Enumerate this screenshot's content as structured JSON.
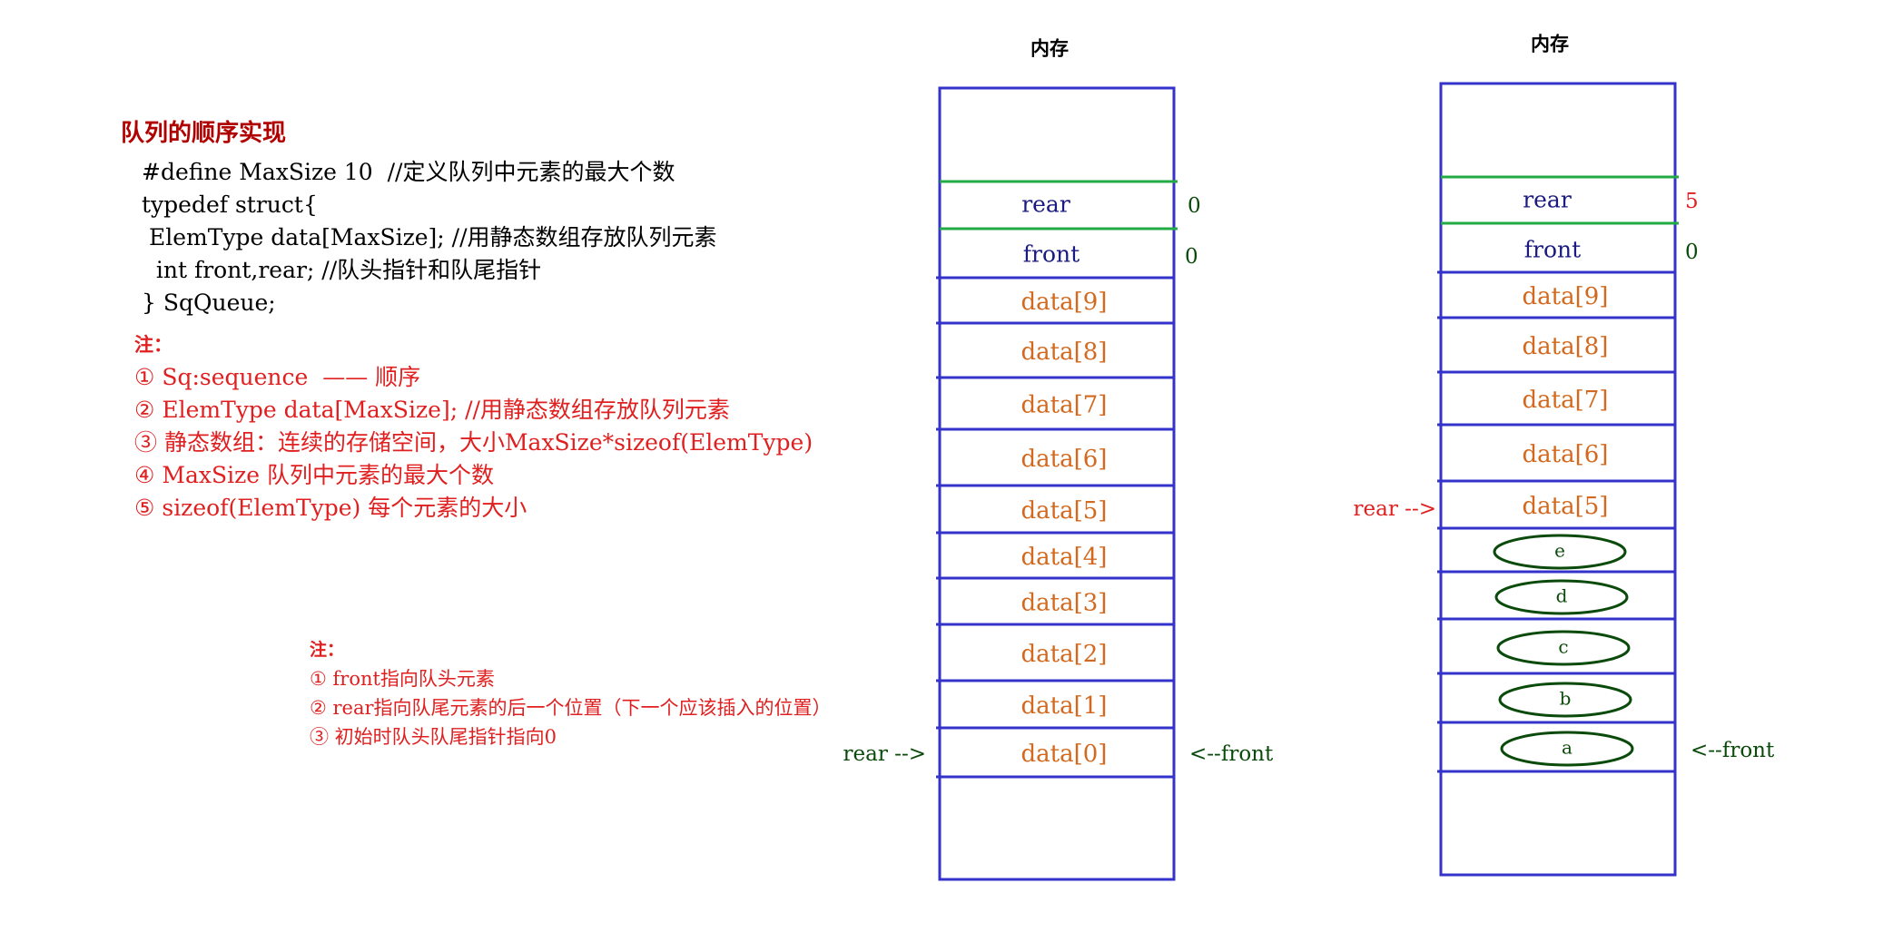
{
  "title": "队列的顺序实现",
  "code": [
    "#define MaxSize 10  //定义队列中元素的最大个数",
    "typedef struct{",
    " ElemType data[MaxSize]; //用静态数组存放队列元素",
    "  int front,rear; //队头指针和队尾指针",
    "} SqQueue;"
  ],
  "note1": {
    "heading": "注：",
    "items": [
      "① Sq:sequence  —— 顺序",
      "② ElemType data[MaxSize]; //用静态数组存放队列元素",
      "③ 静态数组：连续的存储空间，大小MaxSize*sizeof(ElemType)",
      "④ MaxSize 队列中元素的最大个数",
      "⑤ sizeof(ElemType) 每个元素的大小"
    ]
  },
  "note2": {
    "heading": "注：",
    "items": [
      "① front指向队头元素",
      "② rear指向队尾元素的后一个位置（下一个应该插入的位置）",
      "③ 初始时队头队尾指针指向0"
    ]
  },
  "left_memory": {
    "heading": "内存",
    "rear_label": "rear",
    "rear_value": "0",
    "front_label": "front",
    "front_value": "0",
    "cells": [
      "data[9]",
      "data[8]",
      "data[7]",
      "data[6]",
      "data[5]",
      "data[4]",
      "data[3]",
      "data[2]",
      "data[1]",
      "data[0]"
    ],
    "rear_arrow": "rear -->",
    "front_arrow": "<--front"
  },
  "right_memory": {
    "heading": "内存",
    "rear_label": "rear",
    "rear_value": "5",
    "front_label": "front",
    "front_value": "0",
    "cells": [
      "data[9]",
      "data[8]",
      "data[7]",
      "data[6]",
      "data[5]"
    ],
    "elements": [
      "e",
      "d",
      "c",
      "b",
      "a"
    ],
    "rear_arrow": "rear -->",
    "front_arrow": "<--front"
  },
  "colors": {
    "box": "#3333cc",
    "pointer_line": "#22aa44",
    "pointer_label": "#1a1a80",
    "cell_label": "#d2691e",
    "dark_green": "#0a4a0a",
    "red": "#e02020",
    "dark_red": "#b00000"
  }
}
